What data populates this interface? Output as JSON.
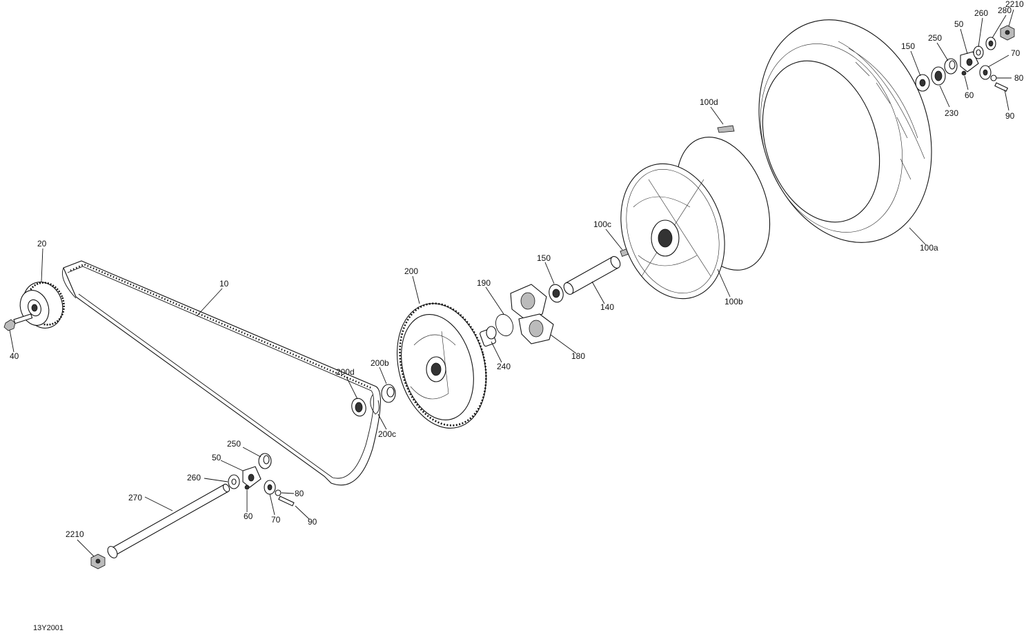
{
  "figure_id": "13Y2001",
  "callouts": {
    "c_2210_top": "2210",
    "c_260_top": "260",
    "c_280": "280",
    "c_50_top": "50",
    "c_250_top": "250",
    "c_150_top": "150",
    "c_70_top": "70",
    "c_80_top": "80",
    "c_60_top": "60",
    "c_230": "230",
    "c_90_top": "90",
    "c_100d": "100d",
    "c_100c": "100c",
    "c_150_mid": "150",
    "c_100a": "100a",
    "c_100b": "100b",
    "c_140": "140",
    "c_190": "190",
    "c_180": "180",
    "c_240": "240",
    "c_200": "200",
    "c_200d": "200d",
    "c_200b": "200b",
    "c_200c": "200c",
    "c_20": "20",
    "c_10": "10",
    "c_40": "40",
    "c_250_bot": "250",
    "c_50_bot": "50",
    "c_260_bot": "260",
    "c_80_bot": "80",
    "c_270": "270",
    "c_60_bot": "60",
    "c_70_bot": "70",
    "c_90_bot": "90",
    "c_2210_bot": "2210"
  }
}
